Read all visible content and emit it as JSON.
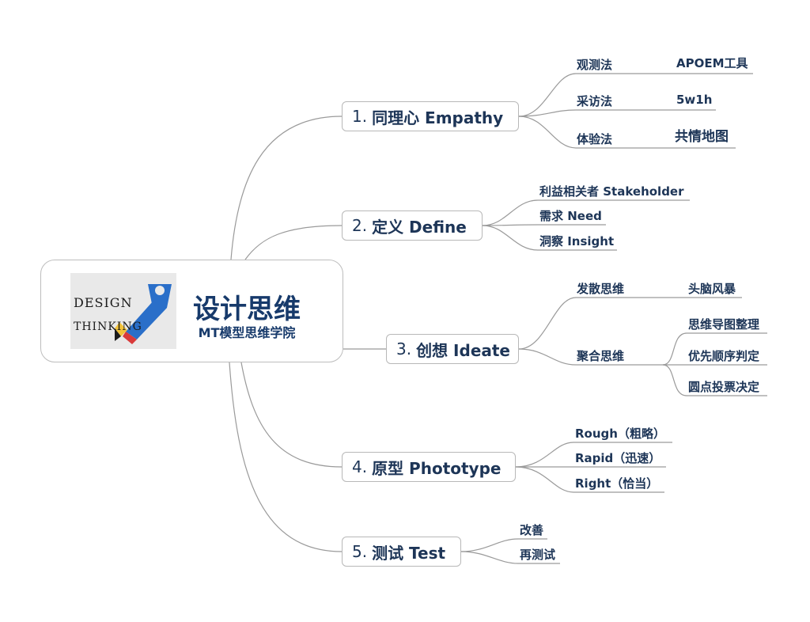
{
  "root": {
    "title": "设计思维",
    "subtitle": "MT模型思维学院",
    "logo_word_1": "DESIGN",
    "logo_word_2": "THINKING"
  },
  "branches": [
    {
      "number": "1.",
      "title": "同理心 Empathy",
      "children": [
        {
          "label": "观测法",
          "child": "APOEM工具"
        },
        {
          "label": "采访法",
          "child": "5w1h"
        },
        {
          "label": "体验法",
          "child": "共情地图"
        }
      ]
    },
    {
      "number": "2.",
      "title": "定义 Define",
      "children": [
        {
          "label": "利益相关者 Stakeholder"
        },
        {
          "label": "需求 Need"
        },
        {
          "label": "洞察 Insight"
        }
      ]
    },
    {
      "number": "3.",
      "title": "创想 Ideate",
      "children": [
        {
          "label": "发散思维",
          "children": [
            "头脑风暴"
          ]
        },
        {
          "label": "聚合思维",
          "children": [
            "思维导图整理",
            "优先顺序判定",
            "圆点投票决定"
          ]
        }
      ]
    },
    {
      "number": "4.",
      "title": "原型 Phototype",
      "children": [
        {
          "label": "Rough（粗略）"
        },
        {
          "label": "Rapid（迅速）"
        },
        {
          "label": "Right（恰当）"
        }
      ]
    },
    {
      "number": "5.",
      "title": "测试 Test",
      "children": [
        {
          "label": "改善"
        },
        {
          "label": "再测试"
        }
      ]
    }
  ],
  "colors": {
    "text": "#1d3557",
    "connector": "#9a9a9a",
    "node_border": "#b8b8b8",
    "pencil_blue": "#2a6fc9",
    "pencil_red": "#d93a3a",
    "pencil_yellow": "#f2c23a"
  }
}
